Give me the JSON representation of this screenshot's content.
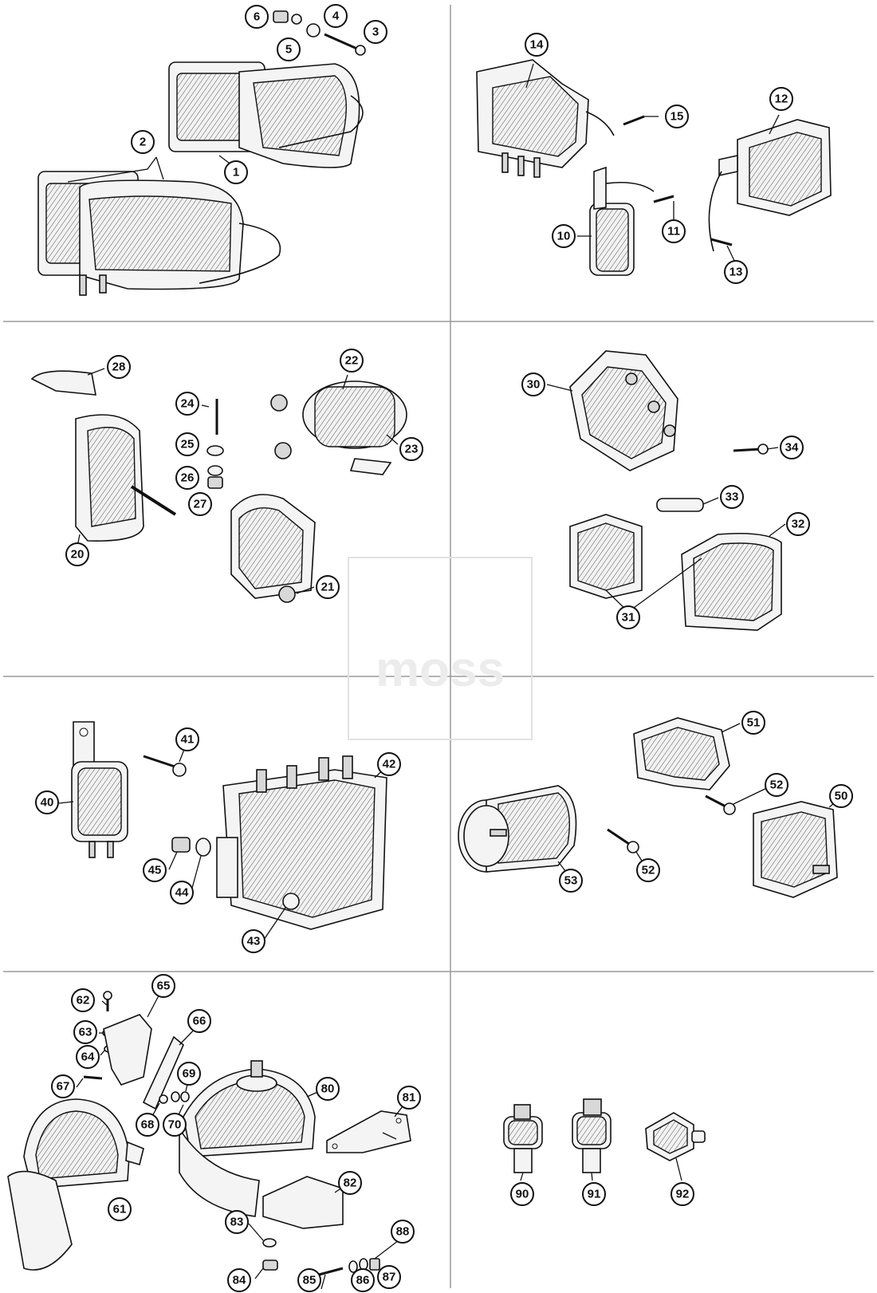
{
  "watermark": {
    "text": "moss"
  },
  "callouts": [
    {
      "id": "c6",
      "label": "6"
    },
    {
      "id": "c4",
      "label": "4"
    },
    {
      "id": "c5",
      "label": "5"
    },
    {
      "id": "c3",
      "label": "3"
    },
    {
      "id": "c2",
      "label": "2"
    },
    {
      "id": "c1",
      "label": "1"
    },
    {
      "id": "c14",
      "label": "14"
    },
    {
      "id": "c15",
      "label": "15"
    },
    {
      "id": "c12",
      "label": "12"
    },
    {
      "id": "c10",
      "label": "10"
    },
    {
      "id": "c11",
      "label": "11"
    },
    {
      "id": "c13",
      "label": "13"
    },
    {
      "id": "c28",
      "label": "28"
    },
    {
      "id": "c22",
      "label": "22"
    },
    {
      "id": "c24",
      "label": "24"
    },
    {
      "id": "c25",
      "label": "25"
    },
    {
      "id": "c26",
      "label": "26"
    },
    {
      "id": "c27",
      "label": "27"
    },
    {
      "id": "c23",
      "label": "23"
    },
    {
      "id": "c20",
      "label": "20"
    },
    {
      "id": "c21",
      "label": "21"
    },
    {
      "id": "c30",
      "label": "30"
    },
    {
      "id": "c34",
      "label": "34"
    },
    {
      "id": "c33",
      "label": "33"
    },
    {
      "id": "c32",
      "label": "32"
    },
    {
      "id": "c31",
      "label": "31"
    },
    {
      "id": "c41",
      "label": "41"
    },
    {
      "id": "c42",
      "label": "42"
    },
    {
      "id": "c40",
      "label": "40"
    },
    {
      "id": "c45",
      "label": "45"
    },
    {
      "id": "c44",
      "label": "44"
    },
    {
      "id": "c43",
      "label": "43"
    },
    {
      "id": "c51",
      "label": "51"
    },
    {
      "id": "c52a",
      "label": "52"
    },
    {
      "id": "c50",
      "label": "50"
    },
    {
      "id": "c52b",
      "label": "52"
    },
    {
      "id": "c53",
      "label": "53"
    },
    {
      "id": "c62",
      "label": "62"
    },
    {
      "id": "c65",
      "label": "65"
    },
    {
      "id": "c66",
      "label": "66"
    },
    {
      "id": "c63",
      "label": "63"
    },
    {
      "id": "c64",
      "label": "64"
    },
    {
      "id": "c67",
      "label": "67"
    },
    {
      "id": "c69",
      "label": "69"
    },
    {
      "id": "c68",
      "label": "68"
    },
    {
      "id": "c70",
      "label": "70"
    },
    {
      "id": "c80",
      "label": "80"
    },
    {
      "id": "c81",
      "label": "81"
    },
    {
      "id": "c61",
      "label": "61"
    },
    {
      "id": "c82",
      "label": "82"
    },
    {
      "id": "c83",
      "label": "83"
    },
    {
      "id": "c84",
      "label": "84"
    },
    {
      "id": "c88",
      "label": "88"
    },
    {
      "id": "c85",
      "label": "85"
    },
    {
      "id": "c86",
      "label": "86"
    },
    {
      "id": "c87",
      "label": "87"
    },
    {
      "id": "c90",
      "label": "90"
    },
    {
      "id": "c91",
      "label": "91"
    },
    {
      "id": "c92",
      "label": "92"
    }
  ]
}
